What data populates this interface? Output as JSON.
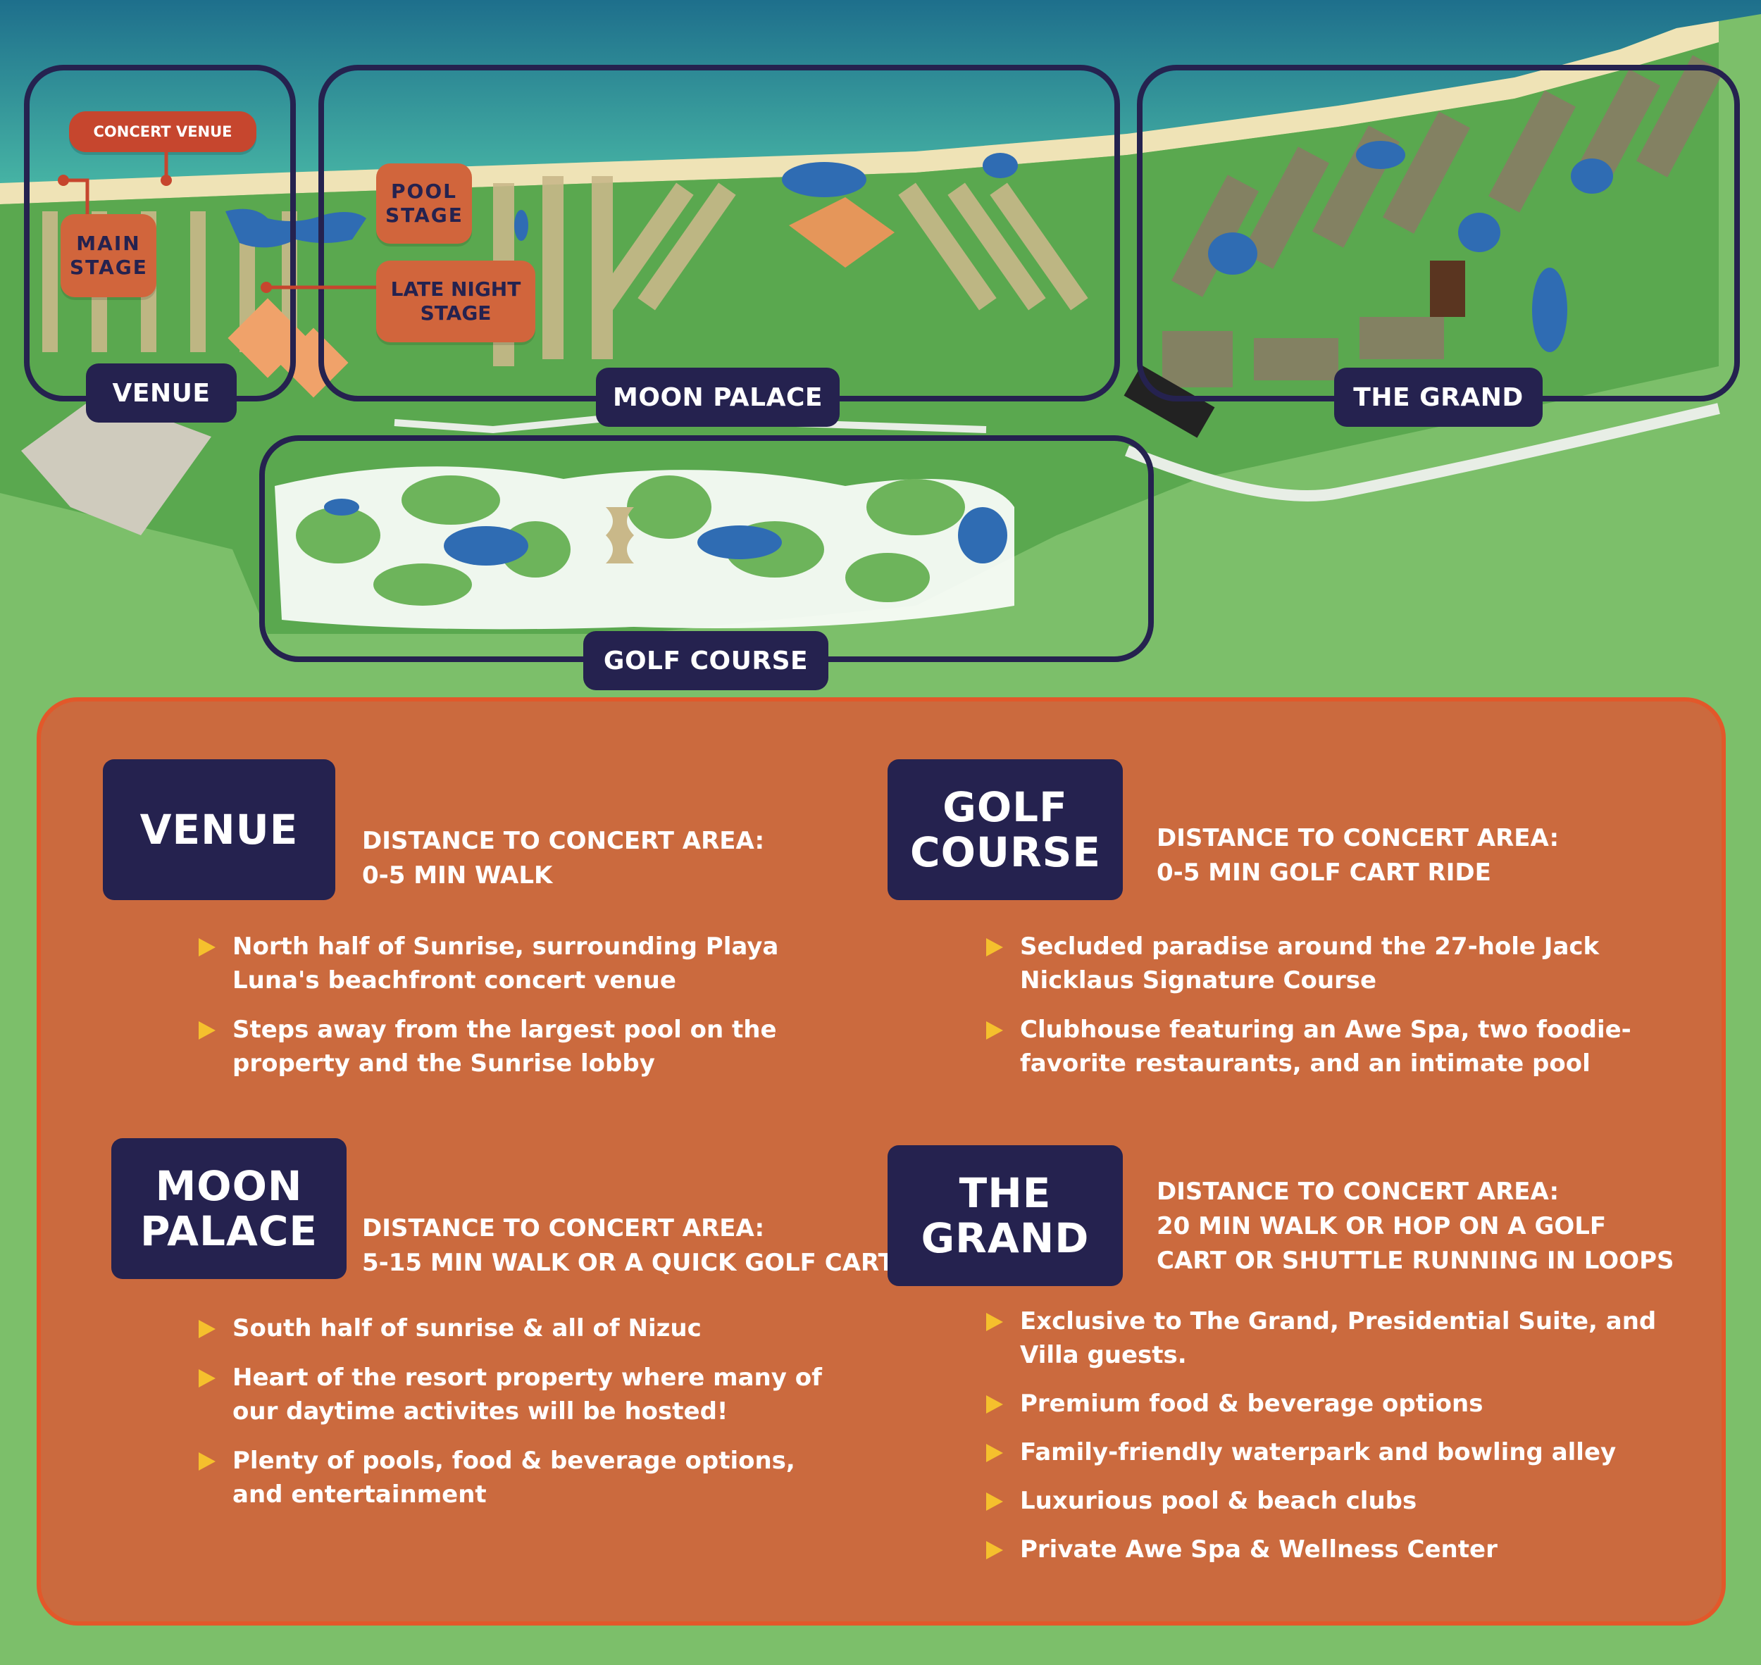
{
  "map": {
    "concert_venue_label": "CONCERT VENUE",
    "main_stage_label": "MAIN STAGE",
    "pool_stage_label": "POOL STAGE",
    "late_night_stage_label": "LATE NIGHT STAGE",
    "zones": {
      "venue": "VENUE",
      "moon_palace": "MOON PALACE",
      "the_grand": "THE GRAND",
      "golf_course": "GOLF COURSE"
    }
  },
  "panel": {
    "venue": {
      "title": "VENUE",
      "distance_line1": "DISTANCE TO CONCERT AREA:",
      "distance_line2": "0-5 MIN WALK",
      "bullets": [
        "North half of Sunrise, surrounding Playa Luna's beachfront concert venue",
        "Steps away from the largest pool on the property and the Sunrise lobby"
      ]
    },
    "golf_course": {
      "title": "GOLF COURSE",
      "distance_line1": "DISTANCE TO CONCERT AREA:",
      "distance_line2": "0-5 MIN GOLF CART RIDE",
      "bullets": [
        "Secluded paradise around the 27-hole Jack Nicklaus Signature Course",
        "Clubhouse featuring an Awe Spa, two foodie-favorite restaurants, and an intimate pool"
      ]
    },
    "moon_palace": {
      "title": "MOON PALACE",
      "distance_line1": "DISTANCE TO CONCERT AREA:",
      "distance_line2": "5-15 MIN WALK OR A QUICK GOLF CART",
      "bullets": [
        "South half of sunrise & all of Nizuc",
        "Heart of the resort property where many of our daytime activites will be hosted!",
        "Plenty of pools, food & beverage options, and entertainment"
      ]
    },
    "the_grand": {
      "title": "THE GRAND",
      "distance_line1": "DISTANCE TO CONCERT AREA:",
      "distance_line2": "20 MIN WALK OR HOP ON A GOLF",
      "distance_line3": "CART OR SHUTTLE RUNNING IN LOOPS",
      "bullets": [
        "Exclusive to The Grand, Presidential Suite, and Villa guests.",
        "Premium food & beverage options",
        "Family-friendly waterpark and bowling alley",
        "Luxurious pool & beach clubs",
        "Private Awe Spa & Wellness Center"
      ]
    }
  },
  "colors": {
    "navy": "#25224f",
    "orange_panel": "#cb6a3e",
    "panel_border": "#e2582a",
    "stage_orange": "#d1653c",
    "concert_red": "#c6462e",
    "bullet_yellow": "#f5c02d",
    "grass": "#7cbf6a",
    "sea": "#2a8f8f",
    "sand": "#efe3b6",
    "pool_blue": "#2f6cb3"
  }
}
